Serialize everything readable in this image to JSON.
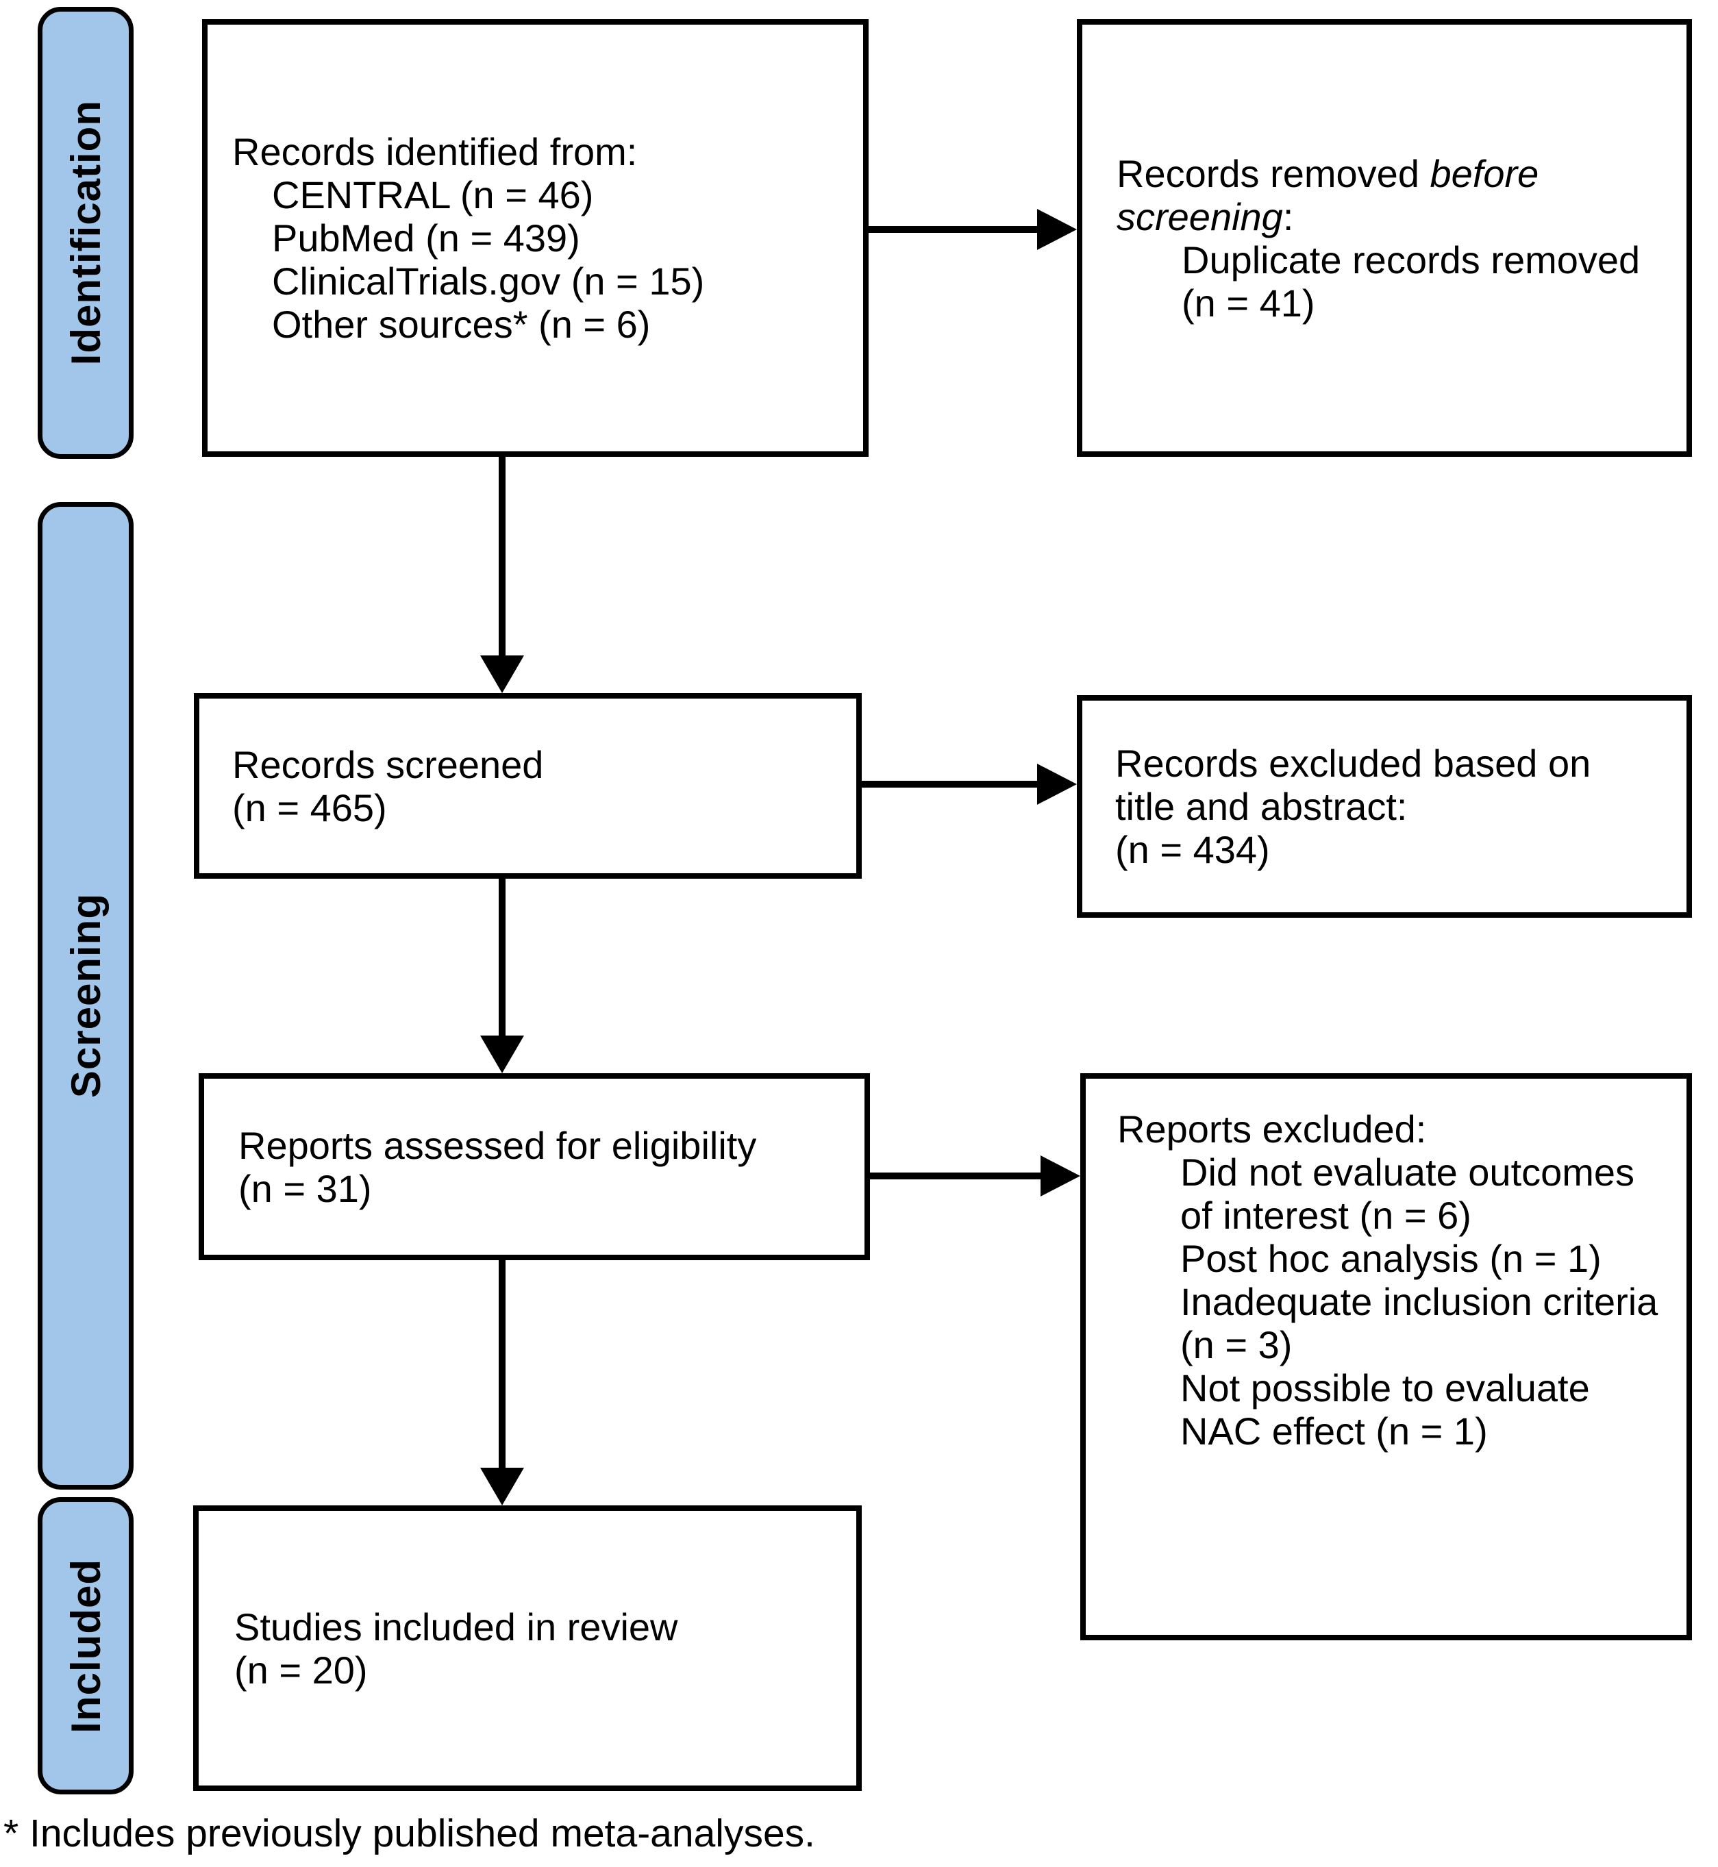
{
  "stages": {
    "identification": "Identification",
    "screening": "Screening",
    "included": "Included"
  },
  "boxes": {
    "identified": {
      "title": "Records identified from:",
      "items": [
        "CENTRAL (n = 46)",
        "PubMed (n = 439)",
        "ClinicalTrials.gov (n = 15)",
        "Other sources* (n = 6)"
      ]
    },
    "removed": {
      "title_normal": "Records removed ",
      "title_italic": "before screening",
      "title_suffix": ":",
      "item": "Duplicate records removed (n = 41)"
    },
    "screened": {
      "line1": "Records screened",
      "line2": "(n = 465)"
    },
    "excluded": {
      "line1": "Records excluded based on title and abstract:",
      "line2": "(n = 434)"
    },
    "assessed": {
      "line1": "Reports assessed for eligibility",
      "line2": "(n = 31)"
    },
    "reports_excluded": {
      "title": "Reports excluded:",
      "items": [
        "Did not evaluate outcomes of interest (n = 6)",
        "Post hoc analysis (n = 1)",
        "Inadequate inclusion criteria (n = 3)",
        "Not possible to evaluate NAC effect (n = 1)"
      ]
    },
    "included_studies": {
      "line1": "Studies included in review",
      "line2": "(n = 20)"
    }
  },
  "footnote": "* Includes previously published meta-analyses.",
  "style": {
    "stage_fill": "#a2c6e9",
    "stage_border": "#000000",
    "box_border": "#000000",
    "arrow_color": "#000000",
    "text_color": "#000000",
    "background": "#ffffff"
  }
}
